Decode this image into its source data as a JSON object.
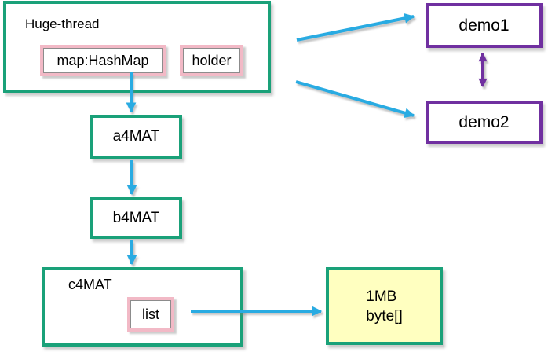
{
  "diagram": {
    "nodes": {
      "huge_thread": {
        "label": "Huge-thread"
      },
      "map": {
        "label": "map:HashMap"
      },
      "holder": {
        "label": "holder"
      },
      "a4mat": {
        "label": "a4MAT"
      },
      "b4mat": {
        "label": "b4MAT"
      },
      "c4mat": {
        "label": "c4MAT"
      },
      "list": {
        "label": "list"
      },
      "byte_array": {
        "line1": "1MB",
        "line2": "byte[]"
      },
      "demo1": {
        "label": "demo1"
      },
      "demo2": {
        "label": "demo2"
      }
    },
    "edges": [
      {
        "from": "map:HashMap",
        "to": "a4MAT",
        "style": "arrow",
        "color": "blue"
      },
      {
        "from": "a4MAT",
        "to": "b4MAT",
        "style": "arrow",
        "color": "blue"
      },
      {
        "from": "b4MAT",
        "to": "c4MAT",
        "style": "arrow",
        "color": "blue"
      },
      {
        "from": "Huge-thread",
        "to": "demo1",
        "style": "arrow",
        "color": "blue"
      },
      {
        "from": "Huge-thread",
        "to": "demo2",
        "style": "arrow",
        "color": "blue"
      },
      {
        "from": "list",
        "to": "1MB byte[]",
        "style": "arrow",
        "color": "blue"
      },
      {
        "from": "demo1",
        "to": "demo2",
        "style": "double-arrow",
        "color": "purple"
      }
    ],
    "colors": {
      "green_border": "#1AA179",
      "pink_border": "#F2B9C6",
      "purple": "#7030A0",
      "arrow_blue": "#29ABE2",
      "yellow_fill": "#FFFFC0"
    }
  }
}
